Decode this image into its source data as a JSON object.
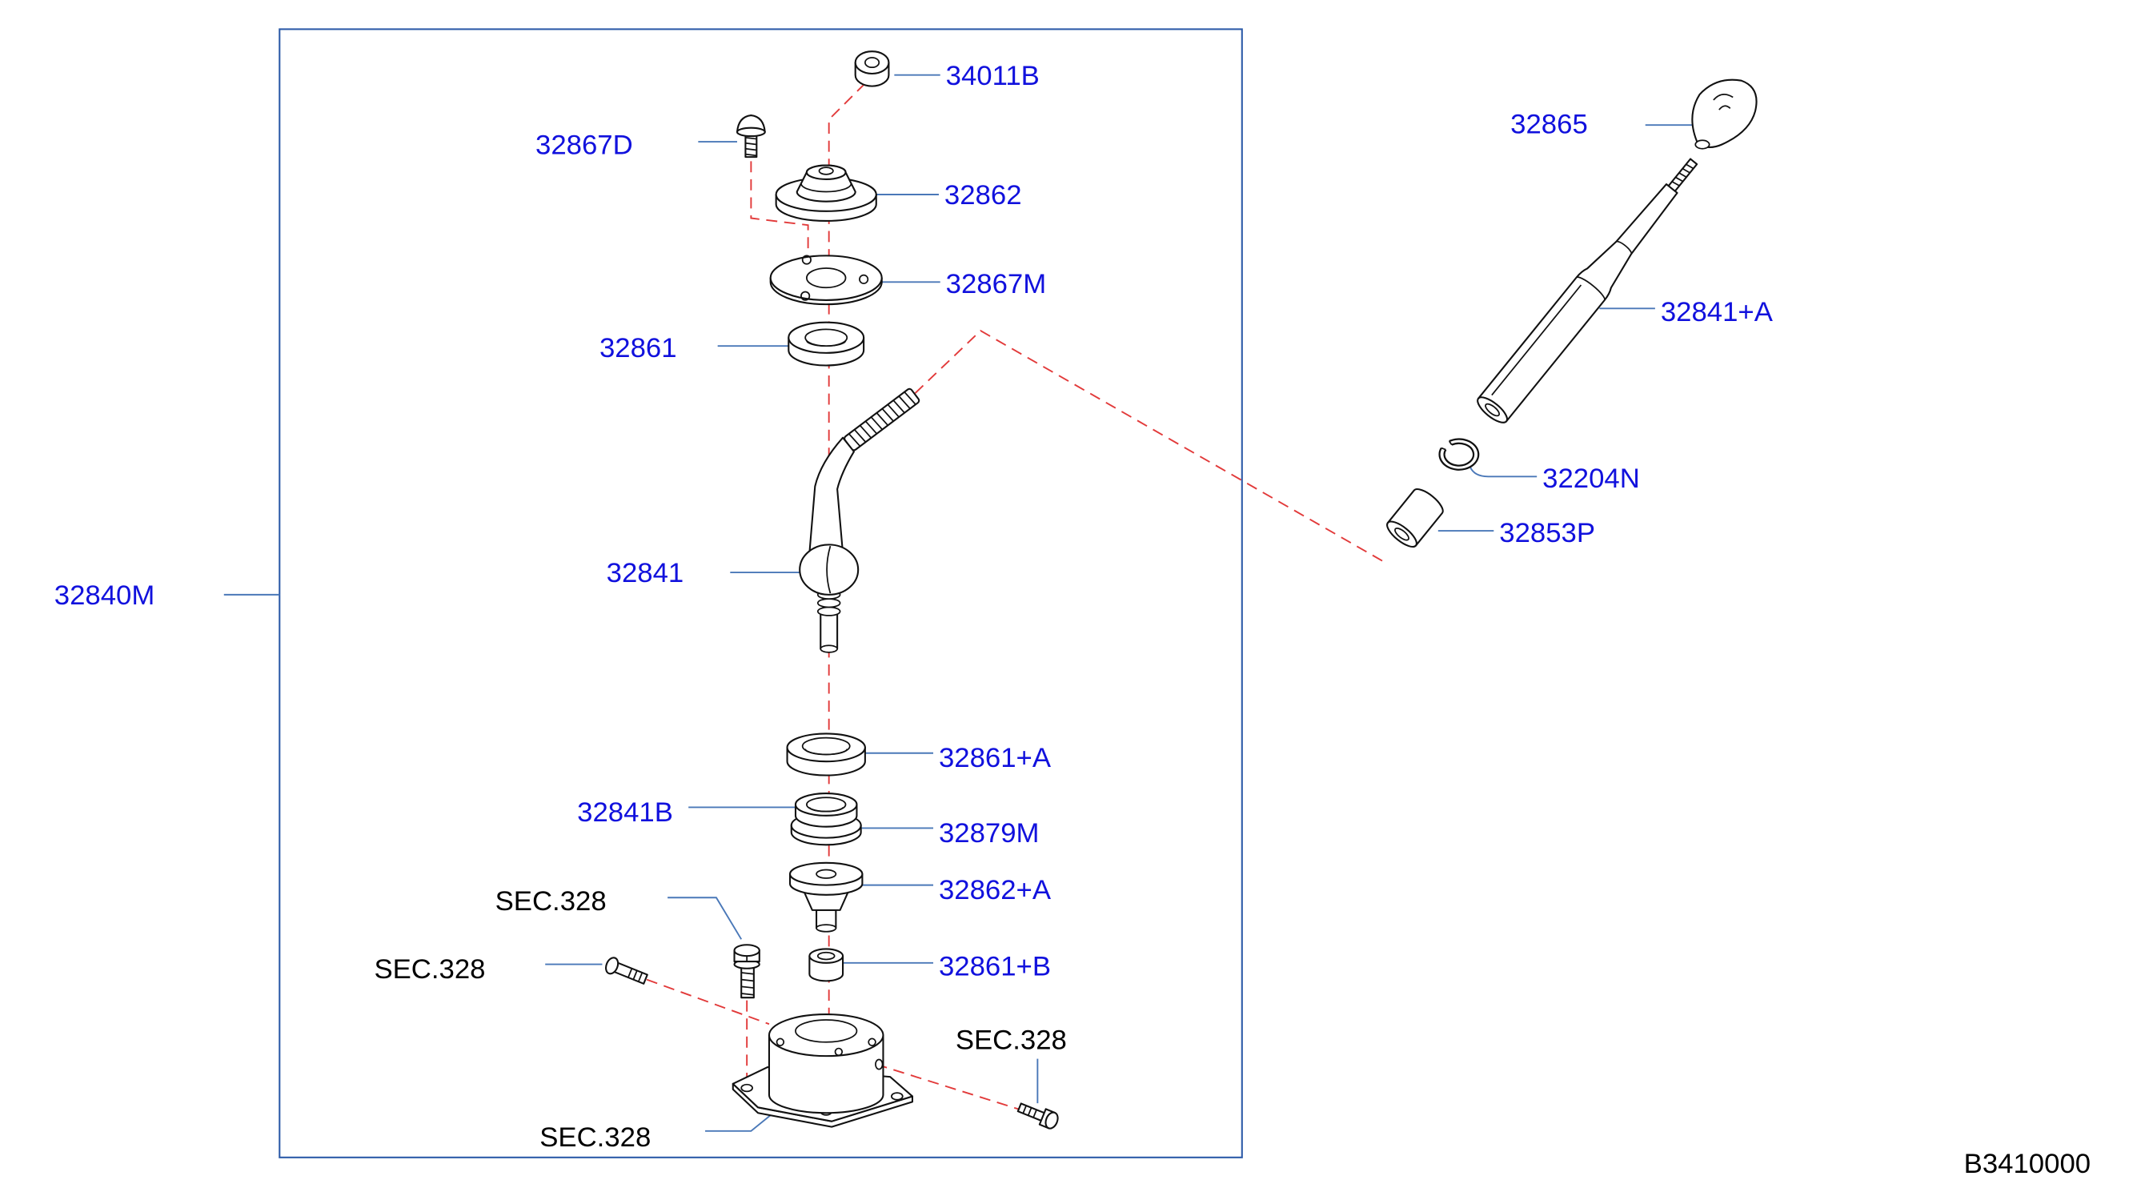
{
  "callouts": [
    "34011B",
    "32867D",
    "32865",
    "32862",
    "32867M",
    "32841+A",
    "32861",
    "32204N",
    "32853P",
    "32841",
    "32840M",
    "32861+A",
    "32841B",
    "32879M",
    "32862+A",
    "32861+B"
  ],
  "section_refs": [
    "SEC.328",
    "SEC.328",
    "SEC.328",
    "SEC.328"
  ],
  "diagram_id": "B3410000",
  "colors": {
    "callout": "#1111dd",
    "frame": "#2c5aa8",
    "leader": "#4a78b8",
    "dash": "#e23a3a",
    "reference_text": "#000000"
  }
}
